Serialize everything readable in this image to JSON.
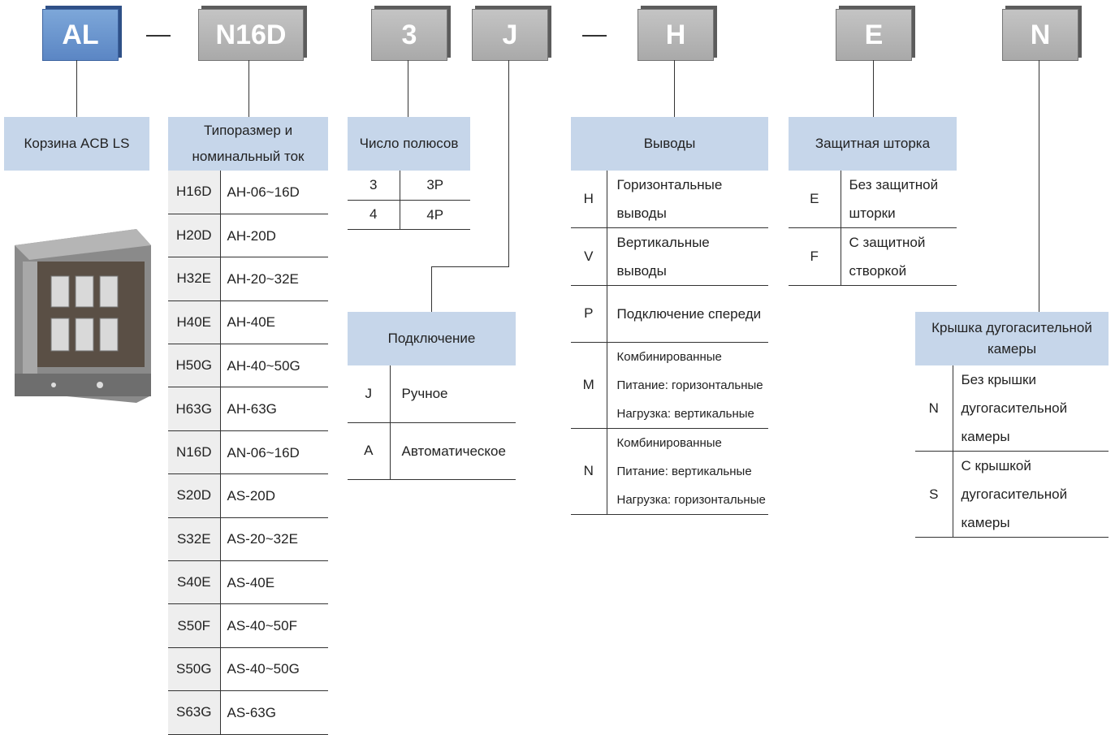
{
  "codes": [
    {
      "id": "al",
      "text": "AL",
      "style": "blue"
    },
    {
      "id": "n16d",
      "text": "N16D",
      "style": "gray"
    },
    {
      "id": "3",
      "text": "3",
      "style": "gray"
    },
    {
      "id": "j",
      "text": "J",
      "style": "gray"
    },
    {
      "id": "h",
      "text": "H",
      "style": "gray"
    },
    {
      "id": "e",
      "text": "E",
      "style": "gray"
    },
    {
      "id": "n",
      "text": "N",
      "style": "gray"
    }
  ],
  "cradle": {
    "header": "Корзина ACB LS"
  },
  "frame": {
    "header_line1": "Типоразмер и",
    "header_line2": "номинальный ток",
    "rows": [
      [
        "H16D",
        "AH-06~16D"
      ],
      [
        "H20D",
        "AH-20D"
      ],
      [
        "H32E",
        "AH-20~32E"
      ],
      [
        "H40E",
        "AH-40E"
      ],
      [
        "H50G",
        "AH-40~50G"
      ],
      [
        "H63G",
        "AH-63G"
      ],
      [
        "N16D",
        "AN-06~16D"
      ],
      [
        "S20D",
        "AS-20D"
      ],
      [
        "S32E",
        "AS-20~32E"
      ],
      [
        "S40E",
        "AS-40E"
      ],
      [
        "S50F",
        "AS-40~50F"
      ],
      [
        "S50G",
        "AS-40~50G"
      ],
      [
        "S63G",
        "AS-63G"
      ]
    ]
  },
  "poles": {
    "header": "Число полюсов",
    "rows": [
      [
        "3",
        "3P"
      ],
      [
        "4",
        "4P"
      ]
    ]
  },
  "connection": {
    "header": "Подключение",
    "rows": [
      [
        "J",
        "Ручное"
      ],
      [
        "A",
        "Автоматическое"
      ]
    ]
  },
  "terminals": {
    "header": "Выводы",
    "rows": [
      {
        "k": "H",
        "lines": [
          "Горизонтальные",
          "выводы"
        ]
      },
      {
        "k": "V",
        "lines": [
          "Вертикальные",
          "выводы"
        ]
      },
      {
        "k": "P",
        "lines": [
          "Подключение спереди"
        ]
      },
      {
        "k": "M",
        "lines": [
          "Комбинированные",
          "Питание: горизонтальные",
          "Нагрузка: вертикальные"
        ]
      },
      {
        "k": "N",
        "lines": [
          "Комбинированные",
          "Питание: вертикальные",
          "Нагрузка: горизонтальные"
        ]
      }
    ]
  },
  "shutter": {
    "header": "Защитная шторка",
    "rows": [
      {
        "k": "E",
        "lines": [
          "Без защитной",
          "шторки"
        ]
      },
      {
        "k": "F",
        "lines": [
          "С защитной",
          "створкой"
        ]
      }
    ]
  },
  "arc_cover": {
    "header_line1": "Крышка дугогасительной",
    "header_line2": "камеры",
    "rows": [
      {
        "k": "N",
        "lines": [
          "Без крышки",
          "дугогасительной",
          "камеры"
        ]
      },
      {
        "k": "S",
        "lines": [
          "С крышкой",
          "дугогасительной",
          "камеры"
        ]
      }
    ]
  },
  "colors": {
    "code_blue": "#5b86c4",
    "code_gray": "#b0b0b0",
    "header_bg": "#c6d6ea",
    "key_bg": "#eeeeee"
  },
  "photo_icon": "cradle-photo"
}
